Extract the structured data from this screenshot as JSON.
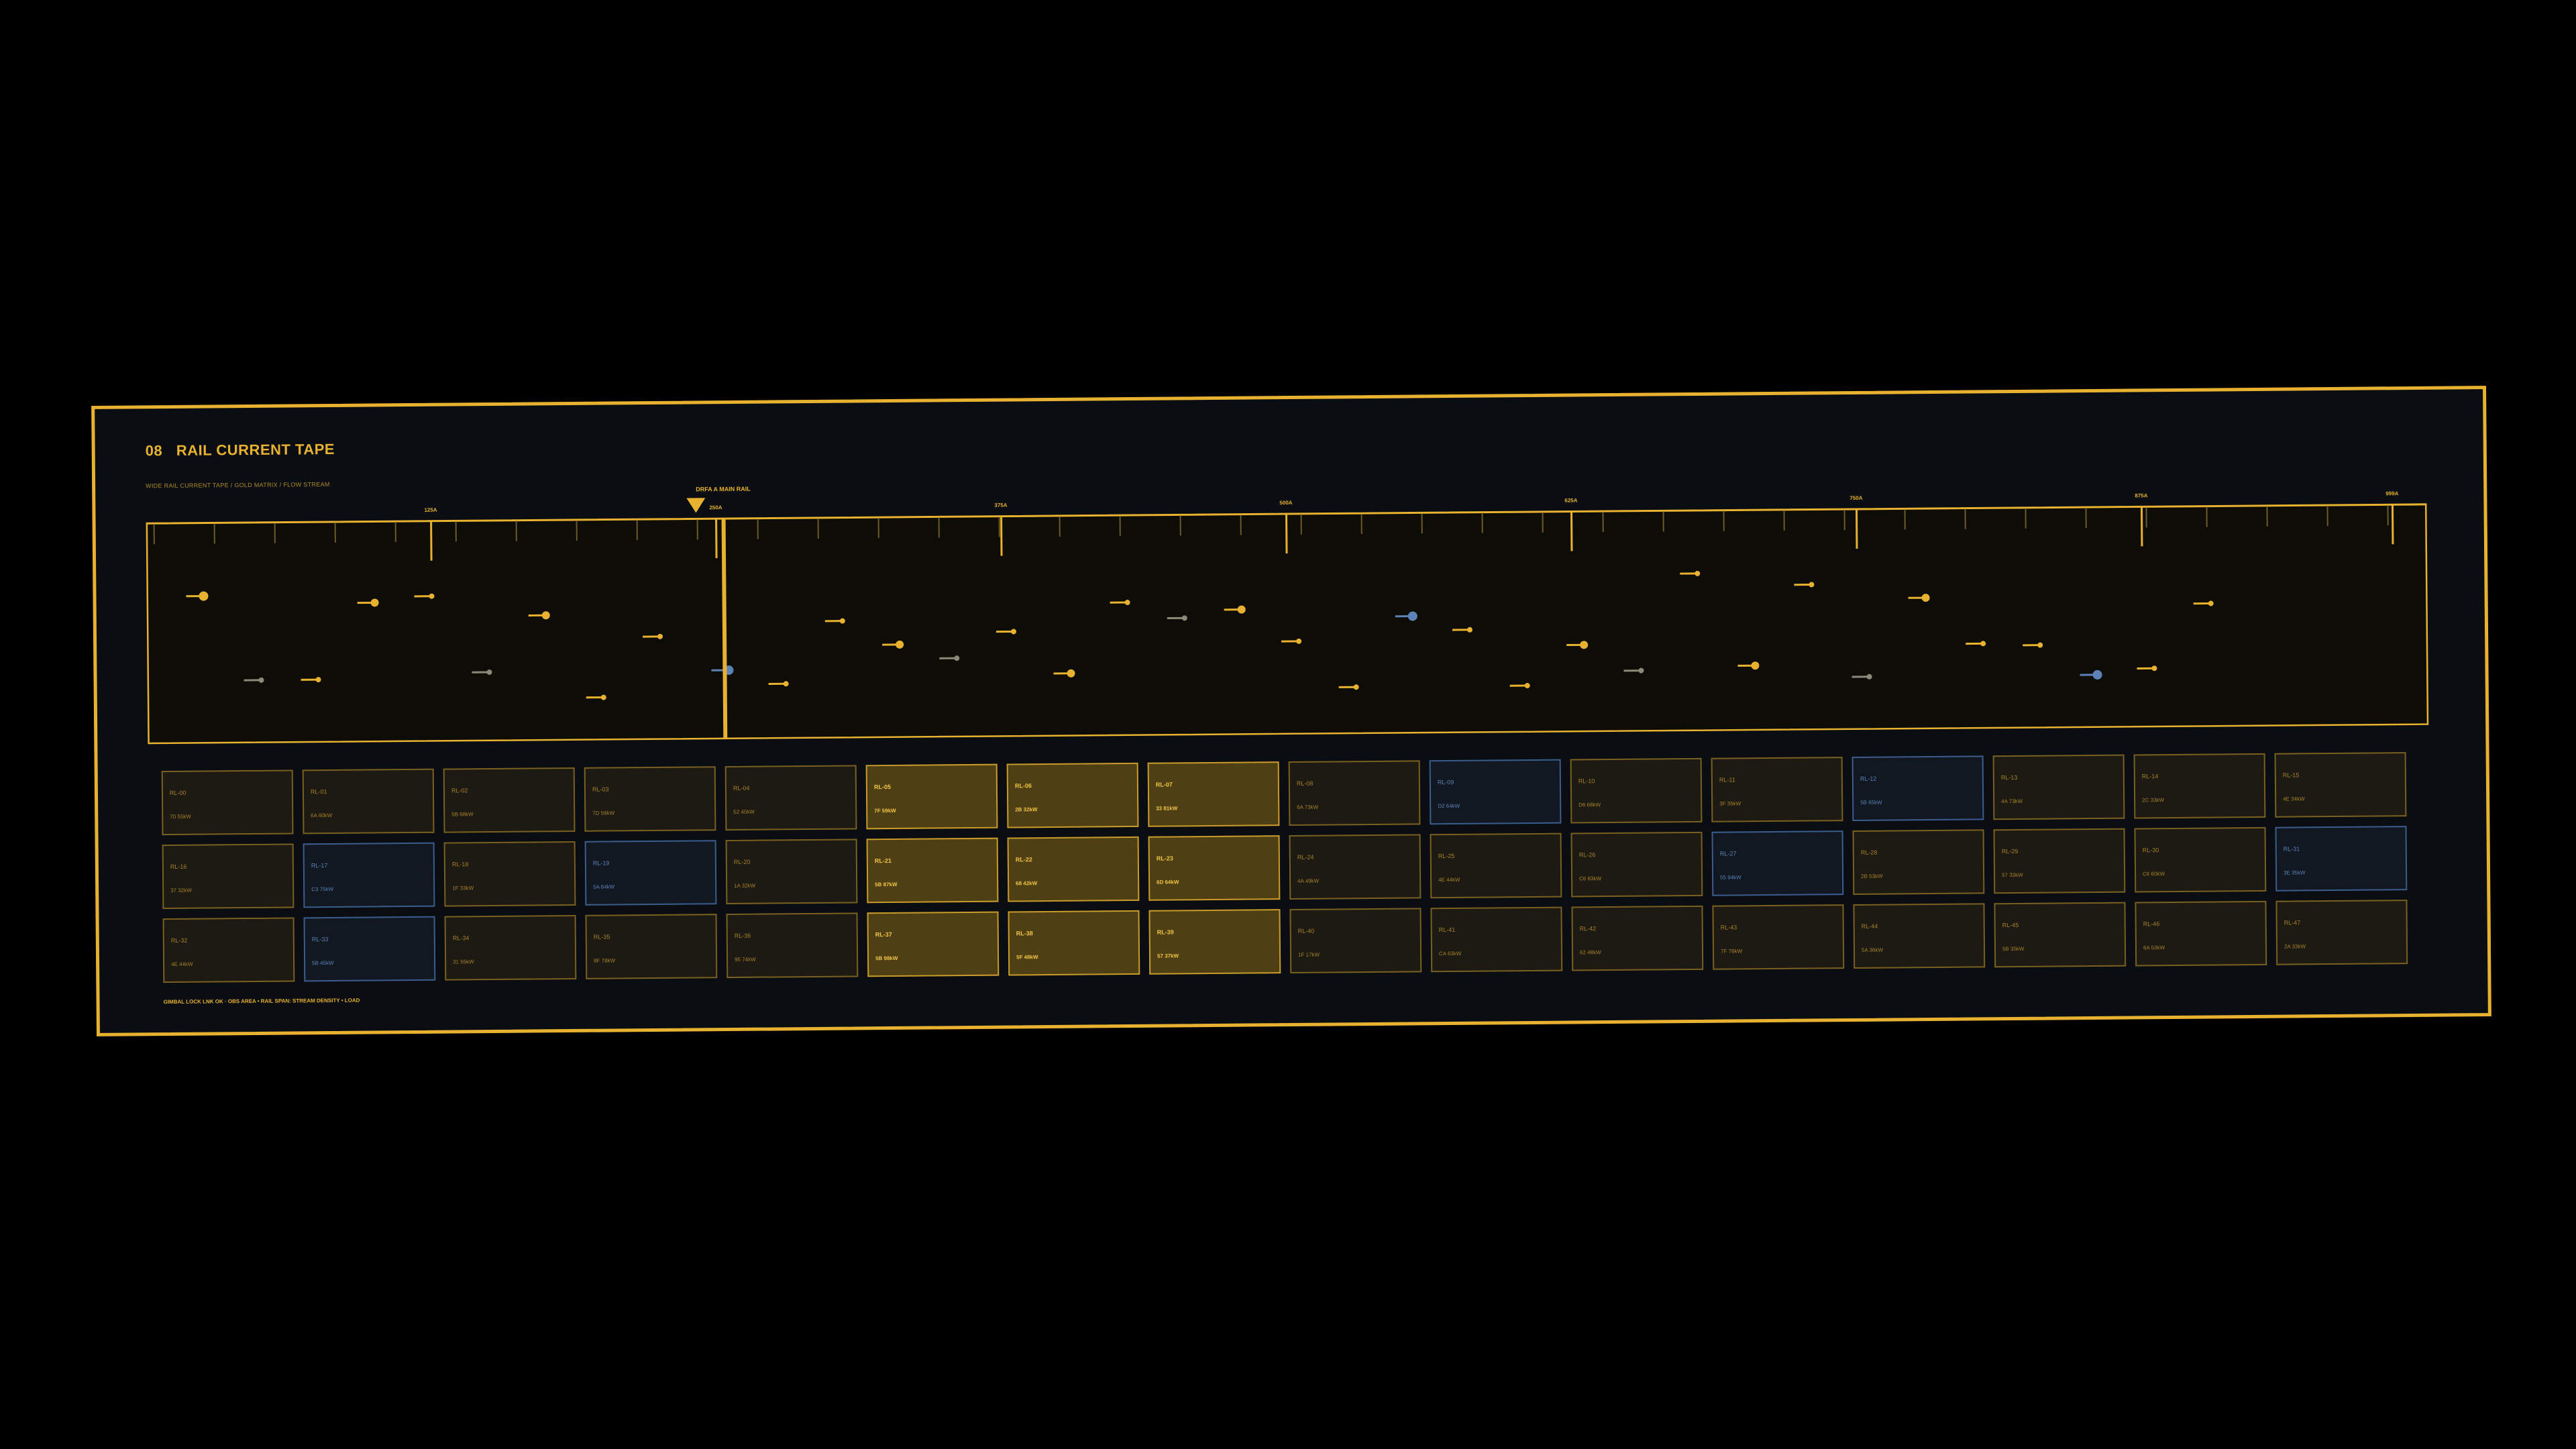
{
  "panel": {
    "code": "08",
    "title": "RAIL CURRENT TAPE",
    "subtitle": "WIDE RAIL CURRENT TAPE / GOLD MATRIX / FLOW STREAM",
    "marker_label": "DRFA A MAIN RAIL",
    "footer": "GIMBAL LOCK LNK OK · OBS AREA • RAIL SPAN: STREAM DENSITY • LOAD"
  },
  "colors": {
    "accent": "#e8b230",
    "blue": "#5c82b8",
    "bg": "#0a0d12"
  },
  "axis": {
    "labels": [
      "125A",
      "250A",
      "375A",
      "500A",
      "625A",
      "750A",
      "875A",
      "999A"
    ],
    "max": 1000,
    "major_ticks": [
      125,
      250,
      375,
      500,
      625,
      750,
      875,
      985
    ]
  },
  "stream": [
    {
      "t": 25,
      "v": 0.7,
      "c": "gold",
      "s": 3
    },
    {
      "t": 50,
      "v": 0.28,
      "c": "grey",
      "s": 1
    },
    {
      "t": 75,
      "v": 0.28,
      "c": "gold",
      "s": 1
    },
    {
      "t": 100,
      "v": 0.66,
      "c": "gold",
      "s": 2
    },
    {
      "t": 125,
      "v": 0.69,
      "c": "gold",
      "s": 1
    },
    {
      "t": 150,
      "v": 0.31,
      "c": "grey",
      "s": 1
    },
    {
      "t": 175,
      "v": 0.59,
      "c": "gold",
      "s": 2
    },
    {
      "t": 200,
      "v": 0.18,
      "c": "gold",
      "s": 1
    },
    {
      "t": 225,
      "v": 0.48,
      "c": "gold",
      "s": 1
    },
    {
      "t": 255,
      "v": 0.31,
      "c": "blue",
      "s": 3
    },
    {
      "t": 280,
      "v": 0.24,
      "c": "gold",
      "s": 1
    },
    {
      "t": 305,
      "v": 0.55,
      "c": "gold",
      "s": 1
    },
    {
      "t": 330,
      "v": 0.43,
      "c": "gold",
      "s": 2
    },
    {
      "t": 355,
      "v": 0.36,
      "c": "grey",
      "s": 1
    },
    {
      "t": 380,
      "v": 0.49,
      "c": "gold",
      "s": 1
    },
    {
      "t": 405,
      "v": 0.28,
      "c": "gold",
      "s": 2
    },
    {
      "t": 430,
      "v": 0.63,
      "c": "gold",
      "s": 1
    },
    {
      "t": 455,
      "v": 0.55,
      "c": "grey",
      "s": 1
    },
    {
      "t": 480,
      "v": 0.59,
      "c": "gold",
      "s": 2
    },
    {
      "t": 505,
      "v": 0.43,
      "c": "gold",
      "s": 1
    },
    {
      "t": 530,
      "v": 0.2,
      "c": "gold",
      "s": 1
    },
    {
      "t": 555,
      "v": 0.55,
      "c": "blue",
      "s": 3
    },
    {
      "t": 580,
      "v": 0.48,
      "c": "gold",
      "s": 1
    },
    {
      "t": 605,
      "v": 0.2,
      "c": "gold",
      "s": 1
    },
    {
      "t": 630,
      "v": 0.4,
      "c": "gold",
      "s": 2
    },
    {
      "t": 655,
      "v": 0.27,
      "c": "grey",
      "s": 1
    },
    {
      "t": 680,
      "v": 0.75,
      "c": "gold",
      "s": 1
    },
    {
      "t": 705,
      "v": 0.29,
      "c": "gold",
      "s": 2
    },
    {
      "t": 730,
      "v": 0.69,
      "c": "gold",
      "s": 1
    },
    {
      "t": 755,
      "v": 0.23,
      "c": "grey",
      "s": 1
    },
    {
      "t": 780,
      "v": 0.62,
      "c": "gold",
      "s": 2
    },
    {
      "t": 805,
      "v": 0.39,
      "c": "gold",
      "s": 1
    },
    {
      "t": 830,
      "v": 0.38,
      "c": "gold",
      "s": 1
    },
    {
      "t": 855,
      "v": 0.23,
      "c": "blue",
      "s": 3
    },
    {
      "t": 880,
      "v": 0.26,
      "c": "gold",
      "s": 1
    },
    {
      "t": 905,
      "v": 0.58,
      "c": "gold",
      "s": 1
    }
  ],
  "cells": [
    {
      "id": "RL-00",
      "val": "70 55kW",
      "state": "normal"
    },
    {
      "id": "RL-01",
      "val": "6A 60kW",
      "state": "normal"
    },
    {
      "id": "RL-02",
      "val": "5B 68kW",
      "state": "normal"
    },
    {
      "id": "RL-03",
      "val": "7D 59kW",
      "state": "normal"
    },
    {
      "id": "RL-04",
      "val": "52 45kW",
      "state": "normal"
    },
    {
      "id": "RL-05",
      "val": "7F 59kW",
      "state": "hot"
    },
    {
      "id": "RL-06",
      "val": "2B 32kW",
      "state": "hot"
    },
    {
      "id": "RL-07",
      "val": "33 81kW",
      "state": "hot"
    },
    {
      "id": "RL-08",
      "val": "6A 73kW",
      "state": "normal"
    },
    {
      "id": "RL-09",
      "val": "D2 64kW",
      "state": "blue"
    },
    {
      "id": "RL-10",
      "val": "D6 68kW",
      "state": "normal"
    },
    {
      "id": "RL-11",
      "val": "3F 35kW",
      "state": "normal"
    },
    {
      "id": "RL-12",
      "val": "5B 65kW",
      "state": "blue"
    },
    {
      "id": "RL-13",
      "val": "4A 73kW",
      "state": "normal"
    },
    {
      "id": "RL-14",
      "val": "2C 33kW",
      "state": "normal"
    },
    {
      "id": "RL-15",
      "val": "4E 34kW",
      "state": "normal"
    },
    {
      "id": "RL-16",
      "val": "37 32kW",
      "state": "normal"
    },
    {
      "id": "RL-17",
      "val": "C3 75kW",
      "state": "blue"
    },
    {
      "id": "RL-18",
      "val": "1F 33kW",
      "state": "normal"
    },
    {
      "id": "RL-19",
      "val": "5A 84kW",
      "state": "blue"
    },
    {
      "id": "RL-20",
      "val": "1A 32kW",
      "state": "normal"
    },
    {
      "id": "RL-21",
      "val": "5B 87kW",
      "state": "hot"
    },
    {
      "id": "RL-22",
      "val": "68 42kW",
      "state": "hot"
    },
    {
      "id": "RL-23",
      "val": "6D 64kW",
      "state": "hot"
    },
    {
      "id": "RL-24",
      "val": "4A 49kW",
      "state": "normal"
    },
    {
      "id": "RL-25",
      "val": "4E 44kW",
      "state": "normal"
    },
    {
      "id": "RL-26",
      "val": "C6 83kW",
      "state": "normal"
    },
    {
      "id": "RL-27",
      "val": "55 94kW",
      "state": "blue"
    },
    {
      "id": "RL-28",
      "val": "2B 53kW",
      "state": "normal"
    },
    {
      "id": "RL-29",
      "val": "57 33kW",
      "state": "normal"
    },
    {
      "id": "RL-30",
      "val": "C6 60kW",
      "state": "normal"
    },
    {
      "id": "RL-31",
      "val": "3E 35kW",
      "state": "blue"
    },
    {
      "id": "RL-32",
      "val": "4E 44kW",
      "state": "normal"
    },
    {
      "id": "RL-33",
      "val": "5B 45kW",
      "state": "blue"
    },
    {
      "id": "RL-34",
      "val": "31 55kW",
      "state": "normal"
    },
    {
      "id": "RL-35",
      "val": "8F 78kW",
      "state": "normal"
    },
    {
      "id": "RL-36",
      "val": "95 74kW",
      "state": "normal"
    },
    {
      "id": "RL-37",
      "val": "5B 98kW",
      "state": "hot"
    },
    {
      "id": "RL-38",
      "val": "5F 48kW",
      "state": "hot"
    },
    {
      "id": "RL-39",
      "val": "57 37kW",
      "state": "hot"
    },
    {
      "id": "RL-40",
      "val": "1F 17kW",
      "state": "normal"
    },
    {
      "id": "RL-41",
      "val": "CA 63kW",
      "state": "normal"
    },
    {
      "id": "RL-42",
      "val": "62 48kW",
      "state": "normal"
    },
    {
      "id": "RL-43",
      "val": "7F 78kW",
      "state": "normal"
    },
    {
      "id": "RL-44",
      "val": "5A 36kW",
      "state": "normal"
    },
    {
      "id": "RL-45",
      "val": "5B 35kW",
      "state": "normal"
    },
    {
      "id": "RL-46",
      "val": "6A 53kW",
      "state": "normal"
    },
    {
      "id": "RL-47",
      "val": "2A 33kW",
      "state": "normal"
    }
  ]
}
